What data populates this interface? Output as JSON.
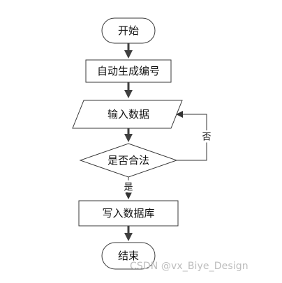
{
  "nodes": {
    "start": "开始",
    "generate_id": "自动生成编号",
    "input_data": "输入数据",
    "check_valid": "是否合法",
    "write_db": "写入数据库",
    "end": "结束"
  },
  "edges": {
    "yes_label": "是",
    "no_label": "否"
  },
  "watermark": "CSDN @vx_Biye_Design"
}
